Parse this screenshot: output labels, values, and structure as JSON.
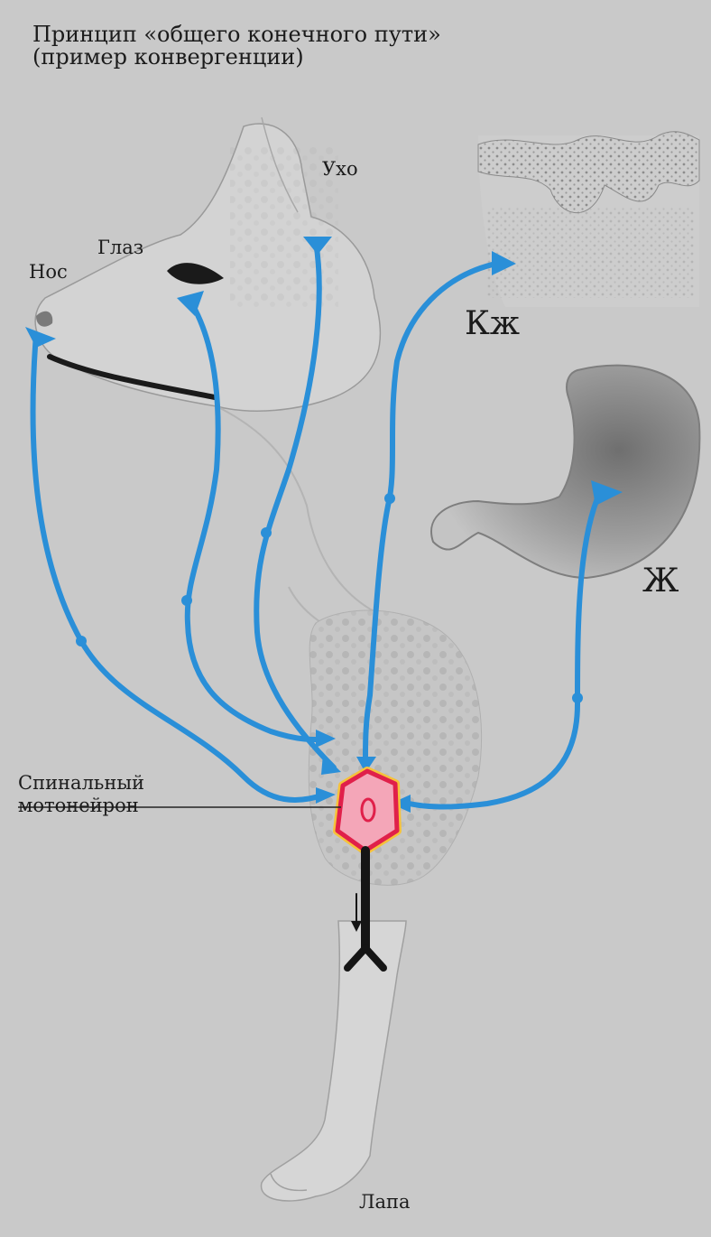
{
  "title": {
    "line1": "Принцип «общего конечного пути»",
    "line2": "(пример конвергенции)"
  },
  "labels": {
    "ear": "Ухо",
    "eye": "Глаз",
    "nose": "Нос",
    "skin": "Кж",
    "stomach": "Ж",
    "motoneuron_line1": "Спинальный",
    "motoneuron_line2": "мотонейрон",
    "paw": "Лапа"
  },
  "colors": {
    "background": "#c9c9c9",
    "pathway": "#2a8fd8",
    "neuron_fill": "#f4a6b8",
    "neuron_border": "#e0204a",
    "neuron_glow": "#f6c23a",
    "axon": "#151515"
  }
}
